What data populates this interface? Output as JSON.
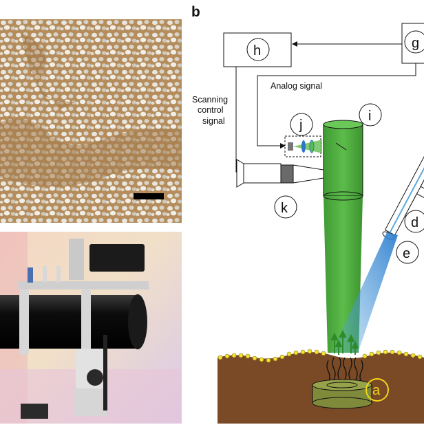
{
  "panel_b": {
    "panel_letter": "b",
    "labels": {
      "a": "a",
      "d": "d",
      "e": "e",
      "g": "g",
      "h": "h",
      "i": "i",
      "j": "j",
      "k": "k"
    },
    "analog_signal": "Analog signal",
    "scanning_control_signal": [
      "Scanning",
      "control",
      "signal"
    ]
  },
  "colors": {
    "beam_green": "#49a83c",
    "beam_blue": "#5aa8de",
    "soil_brown": "#7a4a26",
    "seed_yellow": "#f3e233",
    "label_a_yellow": "#f2d51a",
    "telescope_black": "#111111",
    "sand": "#b18a5a"
  }
}
